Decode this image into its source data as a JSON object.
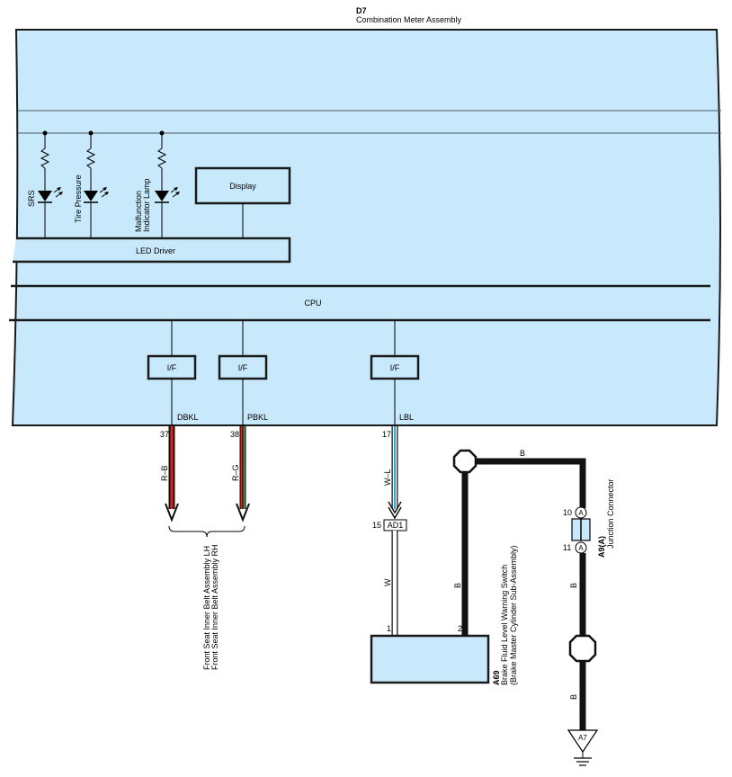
{
  "header": {
    "code": "D7",
    "name": "Combination Meter Assembly"
  },
  "meter": {
    "indicators": [
      {
        "label": "SRS"
      },
      {
        "label": "Tire Pressure"
      },
      {
        "label_line1": "Malfunction",
        "label_line2": "Indicator Lamp"
      }
    ],
    "display_label": "Display",
    "led_driver_label": "LED Driver",
    "cpu_label": "CPU",
    "interfaces": [
      {
        "label": "I/F",
        "signal": "DBKL",
        "pin": "37",
        "wire_color": "R–B"
      },
      {
        "label": "I/F",
        "signal": "PBKL",
        "pin": "38",
        "wire_color": "R–G"
      },
      {
        "label": "I/F",
        "signal": "LBL",
        "pin": "17",
        "wire_color": "W–L"
      }
    ]
  },
  "seat_belt": {
    "line1": "Front Seat Inner Belt Assembly LH",
    "line2": "Front Seat Inner Belt Assembly RH"
  },
  "connector_ad1": {
    "pin": "15",
    "code": "AD1",
    "wire_color": "W"
  },
  "brake_switch": {
    "code": "A69",
    "line1": "Brake Fluid Level Warning Switch",
    "line2": "(Brake Master Cylinder Sub-Assembly)",
    "pin1": "1",
    "pin2": "2",
    "wire_color": "B"
  },
  "junction": {
    "code": "A9(A)",
    "name": "Junction Connector",
    "pin_top": "10",
    "pin_bottom": "11",
    "letter": "A",
    "wire_top": "B",
    "wire_mid": "B",
    "wire_bottom": "B"
  },
  "ground": {
    "code": "A7"
  },
  "colors": {
    "panel_fill": "#c8e9fb",
    "wire_red": "#e0201c",
    "wire_green": "#3aa04a",
    "wire_blue": "#2aa7e0"
  }
}
